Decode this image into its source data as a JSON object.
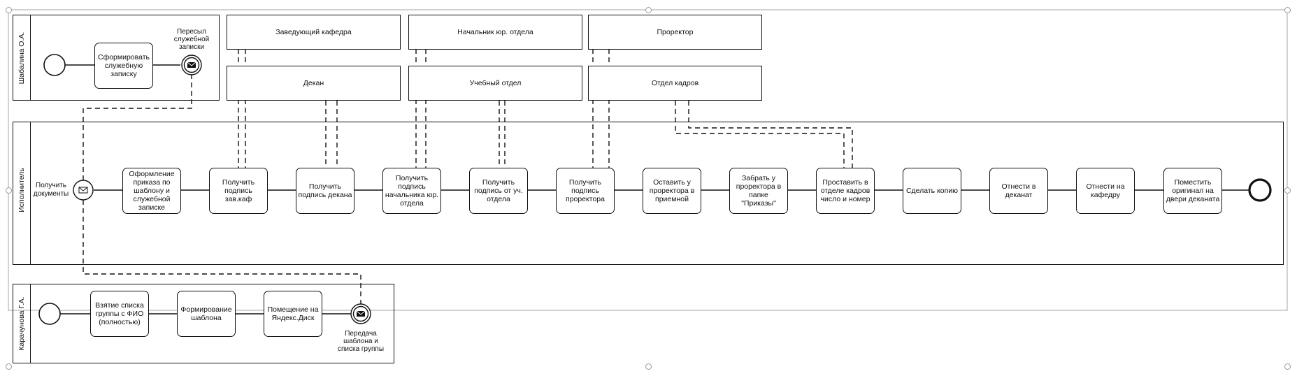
{
  "lanes": {
    "top": "Шабалина О.А.",
    "middle": "Исполнитель",
    "bottom": "Карачунова Г.А."
  },
  "roles": {
    "head_of_dept": "Заведующий кафедра",
    "head_legal": "Начальник юр. отдела",
    "vice_rector": "Проректор",
    "dean": "Декан",
    "edu_dept": "Учебный отдел",
    "hr_dept": "Отдел кадров"
  },
  "top_lane": {
    "task_memo": "Сформировать\nслужебную\nзаписку",
    "event_send_memo": "Пересыл\nслужебной\nзаписки"
  },
  "main_lane": {
    "event_receive_docs": "Получить\nдокументы",
    "tasks": [
      "Оформление\nприказа по\nшаблону и\nслужебной\nзаписке",
      "Получить\nподпись\nзав.каф",
      "Получить\nподпись декана",
      "Получить\nподпись\nначальника юр.\nотдела",
      "Получить\nподпись от уч.\nотдела",
      "Получить\nподпись\nпроректора",
      "Оставить у\nпроректора в\nприемной",
      "Забрать у\nпроректора в\nпапке\n\"Приказы\"",
      "Проставить в\nотделе кадров\nчисло и номер",
      "Сделать копию",
      "Отнести в\nдеканат",
      "Отнести на\nкафедру",
      "Поместить\nоригинал на\nдвери деканата"
    ]
  },
  "bottom_lane": {
    "tasks": [
      "Взятие списка\nгруппы с ФИО\n(полностью)",
      "Формирование\nшаблона",
      "Помещение на\nЯндекс.Диск"
    ],
    "event_send_template": "Передача\nшаблона и\nсписка группы"
  }
}
